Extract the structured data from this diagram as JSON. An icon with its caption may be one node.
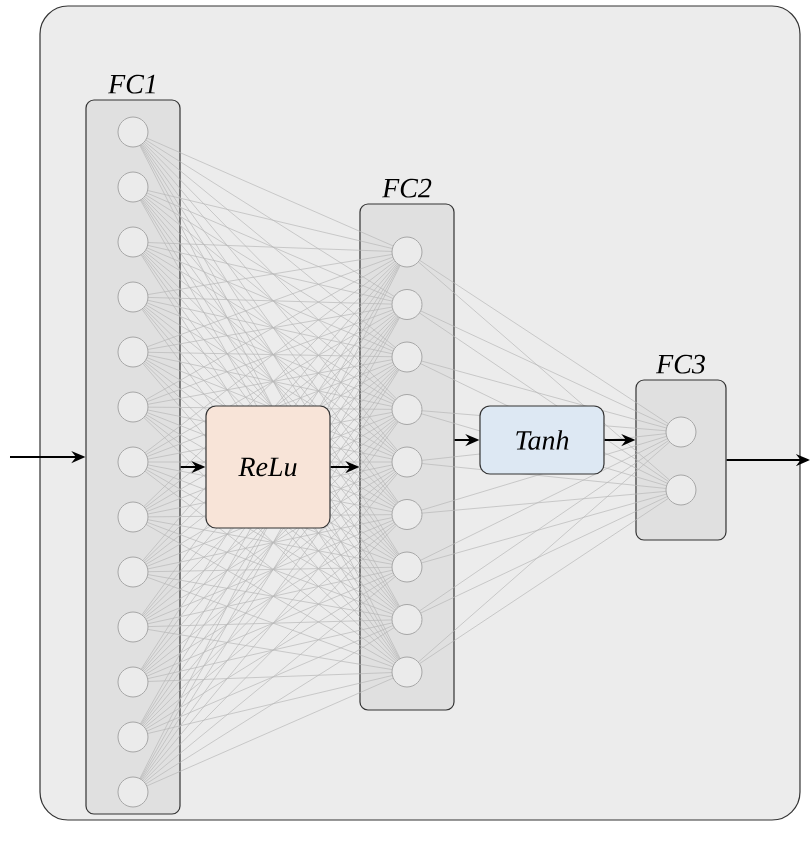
{
  "diagram": {
    "nodes": [
      {
        "text": [],
        "shape": "box"
      },
      {
        "text": [
          "FC1"
        ],
        "in": 0
      },
      {
        "text": [
          "ReLu"
        ],
        "in": 0
      },
      {
        "text": [
          "FC2"
        ],
        "in": 0
      },
      {
        "text": [
          "Tanh"
        ],
        "in": 0
      },
      {
        "text": [
          "FC3"
        ],
        "in": 0
      }
    ],
    "edges": [
      {
        "from": null,
        "to": 1,
        "arrow": "to"
      },
      {
        "from": 1,
        "to": 2,
        "arrow": "to"
      },
      {
        "from": 2,
        "to": 3,
        "arrow": "to"
      },
      {
        "from": 3,
        "to": 4,
        "arrow": "to"
      },
      {
        "from": 4,
        "to": 5,
        "arrow": "to"
      },
      {
        "from": 5,
        "to": null,
        "arrow": "to"
      }
    ]
  }
}
